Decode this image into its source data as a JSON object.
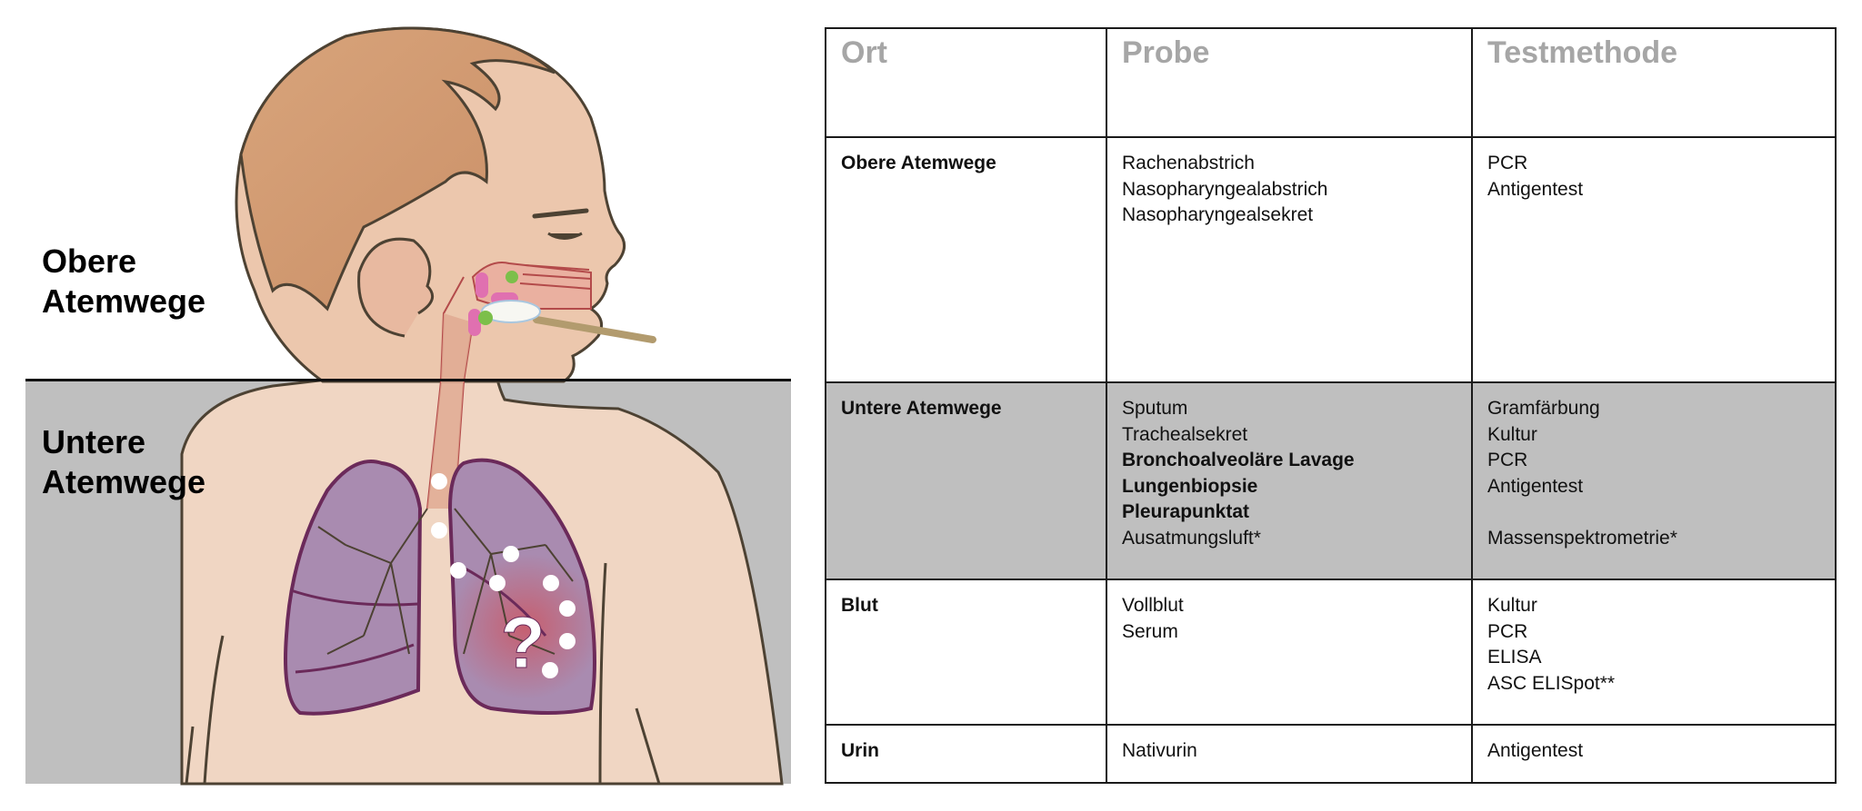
{
  "illustration": {
    "labels": {
      "upper": [
        "Obere",
        "Atemwege"
      ],
      "lower": [
        "Untere",
        "Atemwege"
      ]
    },
    "question_mark": "?",
    "colors": {
      "lower_band": "#bfbfbf",
      "skin": "#f0d6c3",
      "hair": "#d9a57c",
      "lung": "#a98bb0",
      "lung_outline": "#6b2a5a",
      "inflammation": "#d0505a",
      "virus": "#7cbf4a",
      "swab": "#b29b6e",
      "mucosa": "#e070b0"
    }
  },
  "table": {
    "headers": [
      "Ort",
      "Probe",
      "Testmethode"
    ],
    "rows": [
      {
        "ort": "Obere Atemwege",
        "shaded": false,
        "probe": [
          {
            "text": "Rachenabstrich",
            "bold": false
          },
          {
            "text": "Nasopharyngealabstrich",
            "bold": false
          },
          {
            "text": "Nasopharyngealsekret",
            "bold": false
          }
        ],
        "test": [
          "PCR",
          "Antigentest"
        ]
      },
      {
        "ort": "Untere Atemwege",
        "shaded": true,
        "probe": [
          {
            "text": "Sputum",
            "bold": false
          },
          {
            "text": "Trachealsekret",
            "bold": false
          },
          {
            "text": "Bronchoalveoläre Lavage",
            "bold": true
          },
          {
            "text": "Lungenbiopsie",
            "bold": true
          },
          {
            "text": "Pleurapunktat",
            "bold": true
          },
          {
            "text": "Ausatmungsluft*",
            "bold": false
          }
        ],
        "test": [
          "Gramfärbung",
          "Kultur",
          "PCR",
          "Antigentest",
          "",
          "Massenspektrometrie*"
        ]
      },
      {
        "ort": "Blut",
        "shaded": false,
        "probe": [
          {
            "text": "Vollblut",
            "bold": false
          },
          {
            "text": "Serum",
            "bold": false
          }
        ],
        "test": [
          "Kultur",
          "PCR",
          "ELISA",
          "ASC ELISpot**"
        ]
      },
      {
        "ort": "Urin",
        "shaded": false,
        "probe": [
          {
            "text": "Nativurin",
            "bold": false
          }
        ],
        "test": [
          "Antigentest"
        ]
      }
    ]
  }
}
